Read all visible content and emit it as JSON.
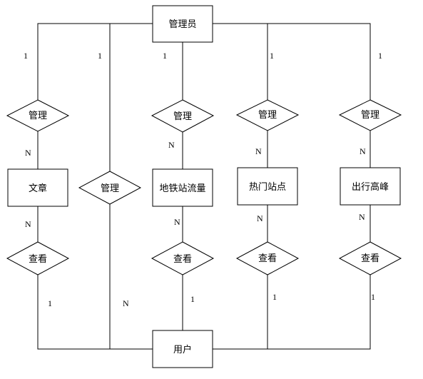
{
  "entities": {
    "admin": "管理员",
    "user": "用户",
    "article": "文章",
    "metro_flow": "地铁站流量",
    "hot_station": "热门站点",
    "travel_peak": "出行高峰"
  },
  "relationships": {
    "manage_article": "管理",
    "manage_user": "管理",
    "manage_metro_flow": "管理",
    "manage_hot_station": "管理",
    "manage_travel_peak": "管理",
    "view_article": "查看",
    "view_metro_flow": "查看",
    "view_hot_station": "查看",
    "view_travel_peak": "查看"
  },
  "cardinalities": {
    "admin_manage_article": "1",
    "manage_article_article": "N",
    "admin_manage_user": "1",
    "manage_user_user": "N",
    "admin_manage_metro_flow": "1",
    "manage_metro_flow_metro_flow": "N",
    "admin_manage_hot_station": "1",
    "manage_hot_station_hot_station": "N",
    "admin_manage_travel_peak": "1",
    "manage_travel_peak_travel_peak": "N",
    "article_view_article": "N",
    "view_article_user": "1",
    "metro_flow_view_metro_flow": "N",
    "view_metro_flow_user": "1",
    "hot_station_view_hot_station": "N",
    "view_hot_station_user": "1",
    "travel_peak_view_travel_peak": "N",
    "view_travel_peak_user": "1"
  }
}
